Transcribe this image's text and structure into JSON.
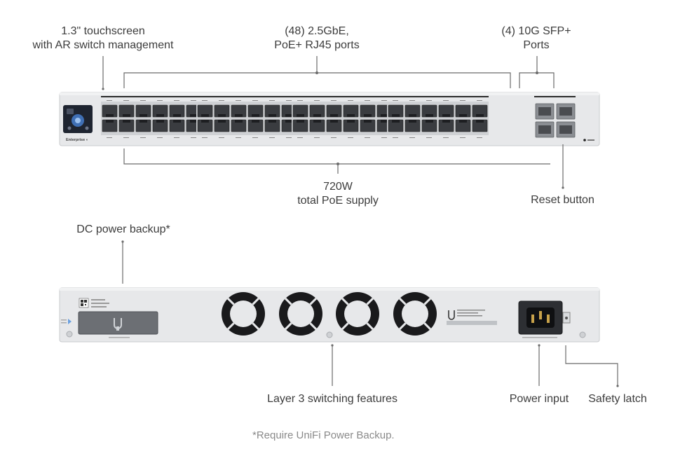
{
  "callouts": {
    "touchscreen": {
      "line1": "1.3\" touchscreen",
      "line2": "with AR switch management"
    },
    "rj45": {
      "line1": "(48) 2.5GbE,",
      "line2": "PoE+ RJ45 ports"
    },
    "sfp": {
      "line1": "(4) 10G SFP+",
      "line2": "Ports"
    },
    "poe_supply": {
      "line1": "720W",
      "line2": "total PoE supply"
    },
    "reset": "Reset button",
    "dc_backup": "DC power backup*",
    "layer3": "Layer 3 switching features",
    "power_input": "Power input",
    "safety_latch": "Safety latch"
  },
  "device": {
    "front_brand": "Enterprise",
    "rj45_port_count": 48,
    "sfp_port_count": 4,
    "fan_count": 4
  },
  "footnote": "*Require UniFi Power Backup."
}
